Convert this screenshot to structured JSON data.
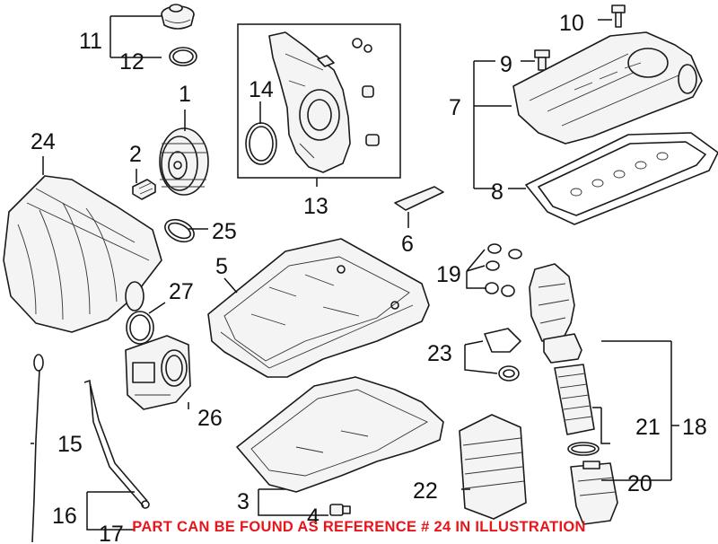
{
  "callouts": {
    "c1": "1",
    "c2": "2",
    "c3": "3",
    "c4": "4",
    "c5": "5",
    "c6": "6",
    "c7": "7",
    "c8": "8",
    "c9": "9",
    "c10": "10",
    "c11": "11",
    "c12": "12",
    "c13": "13",
    "c14": "14",
    "c15": "15",
    "c16": "16",
    "c17": "17",
    "c18": "18",
    "c19": "19",
    "c20": "20",
    "c21": "21",
    "c22": "22",
    "c23": "23",
    "c24": "24",
    "c25": "25",
    "c26": "26",
    "c27": "27"
  },
  "notice": {
    "text": "PART CAN BE FOUND AS REFERENCE # 24 IN ILLUSTRATION",
    "color": "#e8151b"
  }
}
